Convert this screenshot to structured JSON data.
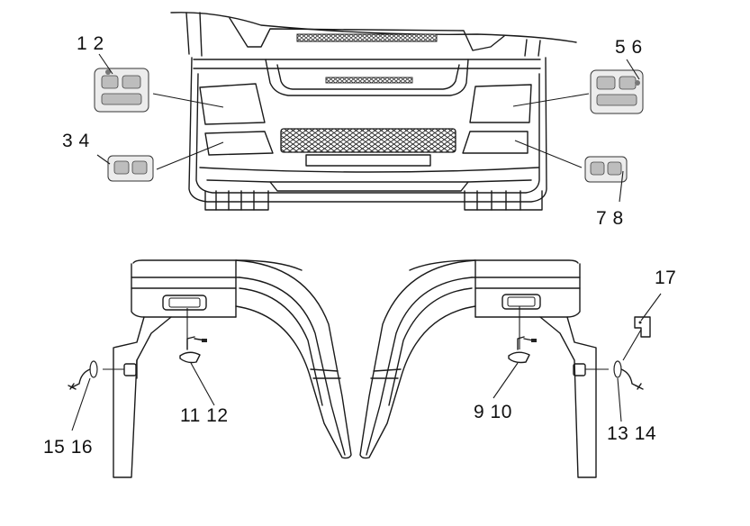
{
  "callouts": [
    {
      "id": "c1",
      "text": "1  2"
    },
    {
      "id": "c2",
      "text": "3  4"
    },
    {
      "id": "c3",
      "text": "5  6"
    },
    {
      "id": "c4",
      "text": "7  8"
    },
    {
      "id": "c5",
      "text": "17"
    },
    {
      "id": "c6",
      "text": "11  12"
    },
    {
      "id": "c7",
      "text": "9  10"
    },
    {
      "id": "c8",
      "text": "15  16"
    },
    {
      "id": "c9",
      "text": "13  14"
    }
  ]
}
